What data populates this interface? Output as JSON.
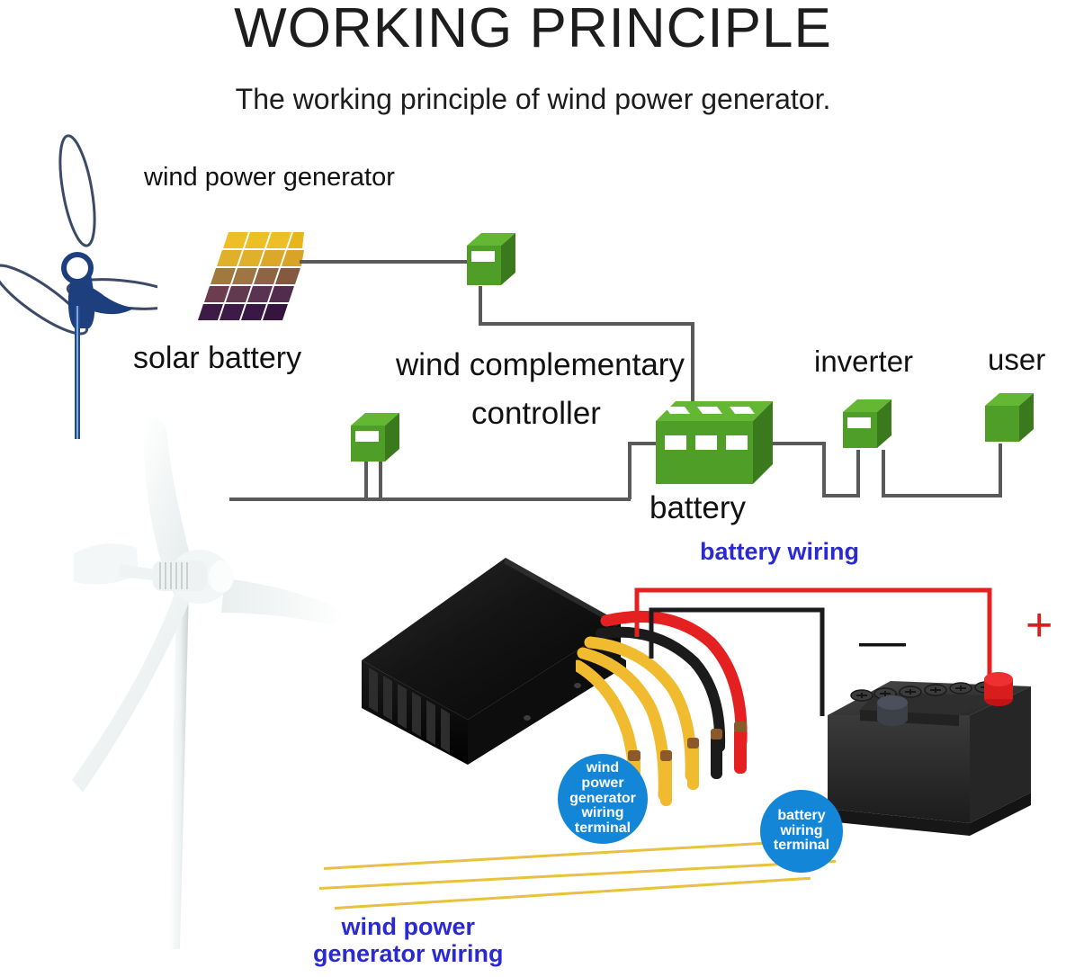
{
  "header": {
    "title": "WORKING PRINCIPLE",
    "subtitle": "The working principle of wind power generator."
  },
  "diagram": {
    "labels": {
      "wind_power_generator": "wind power generator",
      "solar_battery": "solar battery",
      "controller_line1": "wind complementary",
      "controller_line2": "controller",
      "battery": "battery",
      "inverter": "inverter",
      "user": "user"
    },
    "nodes": [
      {
        "name": "wind-turbine-icon",
        "label": "wind power generator",
        "icon": "wind-turbine-icon"
      },
      {
        "name": "solar-panel",
        "label": "solar battery",
        "icon": "solar-panel-icon"
      },
      {
        "name": "solar-controller-box",
        "label": "",
        "icon": "green-box-icon"
      },
      {
        "name": "wind-complementary-controller-box",
        "label": "wind complementary controller",
        "icon": "green-box-icon"
      },
      {
        "name": "battery-box",
        "label": "battery",
        "icon": "green-battery-box-icon"
      },
      {
        "name": "inverter-box",
        "label": "inverter",
        "icon": "green-box-icon"
      },
      {
        "name": "user-box",
        "label": "user",
        "icon": "green-box-icon"
      }
    ],
    "wire_color": "#5a5a5a",
    "box_color": "#4f9e27"
  },
  "product": {
    "annotations": {
      "battery_wiring": "battery wiring",
      "generator_wiring_line1": "wind power",
      "generator_wiring_line2": "generator wiring"
    },
    "badges": [
      {
        "name": "wind-power-generator-wiring-terminal-badge",
        "lines": [
          "wind",
          "power",
          "generator",
          "wiring",
          "terminal"
        ]
      },
      {
        "name": "battery-wiring-terminal-badge",
        "lines": [
          "battery",
          "wiring",
          "terminal"
        ]
      }
    ],
    "terminal_signs": {
      "positive": "+",
      "negative": "—"
    },
    "wire_colors": {
      "generator_phase": "#f0bb2e",
      "battery_positive": "#e52020",
      "battery_negative": "#1b1b1b"
    },
    "badge_color": "#1386d8",
    "annotation_color": "#2a2ad0"
  }
}
